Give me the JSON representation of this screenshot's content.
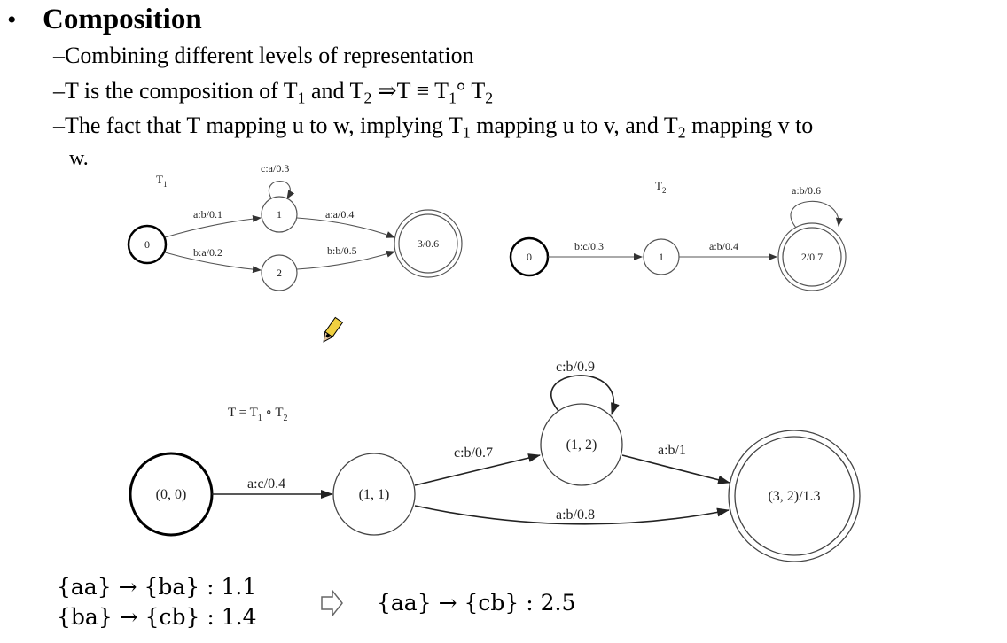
{
  "slide": {
    "bullet": "•",
    "title": "Composition",
    "line1": "–Combining different levels of representation",
    "line2": {
      "a": "–T is the composition of T",
      "s1": "1",
      "b": " and T",
      "s2": "2",
      "c": " ⇒T ≡ T",
      "s3": "1",
      "d": "° T",
      "s4": "2"
    },
    "line3": {
      "a": "–The fact that T mapping u to w, implying T",
      "s1": "1",
      "b": " mapping u to v, and T",
      "s2": "2",
      "c": " mapping v to"
    },
    "line4": "w."
  },
  "t1": {
    "title": "T",
    "title_sub": "1",
    "states": {
      "s0": "0",
      "s1": "1",
      "s2": "2",
      "s3": "3/0.6"
    },
    "arcs": {
      "e01": "a:b/0.1",
      "e02": "b:a/0.2",
      "e11": "c:a/0.3",
      "e13": "a:a/0.4",
      "e23": "b:b/0.5"
    }
  },
  "t2": {
    "title": "T",
    "title_sub": "2",
    "states": {
      "s0": "0",
      "s1": "1",
      "s2": "2/0.7"
    },
    "arcs": {
      "e01": "b:c/0.3",
      "e12": "a:b/0.4",
      "e22": "a:b/0.6"
    }
  },
  "comp": {
    "title": {
      "a": "T = T",
      "s1": "1",
      "b": " ∘ T",
      "s2": "2"
    },
    "states": {
      "s00": "(0, 0)",
      "s11": "(1, 1)",
      "s12": "(1, 2)",
      "s32": "(3, 2)/1.3"
    },
    "arcs": {
      "e_00_11": "a:c/0.4",
      "e_11_12": "c:b/0.7",
      "e_12_12": "c:b/0.9",
      "e_12_32": "a:b/1",
      "e_11_32": "a:b/0.8"
    }
  },
  "equations": {
    "eq1": {
      "lhs": "{aa}",
      "arrow": " → ",
      "rhs": "{ba}",
      "sep": " : ",
      "val": "1.1"
    },
    "eq2": {
      "lhs": "{ba}",
      "arrow": " → ",
      "rhs": "{cb}",
      "sep": " : ",
      "val": "1.4"
    },
    "implies_icon": "outline-right-arrow-icon",
    "result": {
      "lhs": "{aa}",
      "arrow": " → ",
      "rhs": "{cb}",
      "sep": " : ",
      "val": "2.5"
    }
  },
  "cursor_icon": "pencil-cursor-icon"
}
